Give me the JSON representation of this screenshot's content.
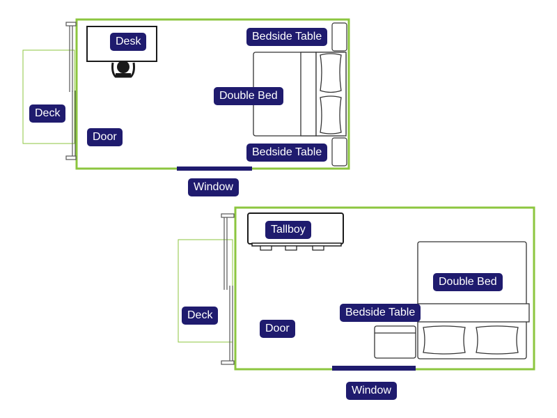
{
  "colors": {
    "wall": "#8cc63f",
    "window": "#1f1b6e",
    "label_bg": "#1f1b6e",
    "furniture": "#1a1a1a"
  },
  "plan1": {
    "desk": "Desk",
    "bedside_table_top": "Bedside Table",
    "double_bed": "Double Bed",
    "deck": "Deck",
    "door": "Door",
    "bedside_table_bottom": "Bedside Table",
    "window": "Window"
  },
  "plan2": {
    "tallboy": "Tallboy",
    "double_bed": "Double Bed",
    "deck": "Deck",
    "bedside_table": "Bedside Table",
    "door": "Door",
    "window": "Window"
  }
}
